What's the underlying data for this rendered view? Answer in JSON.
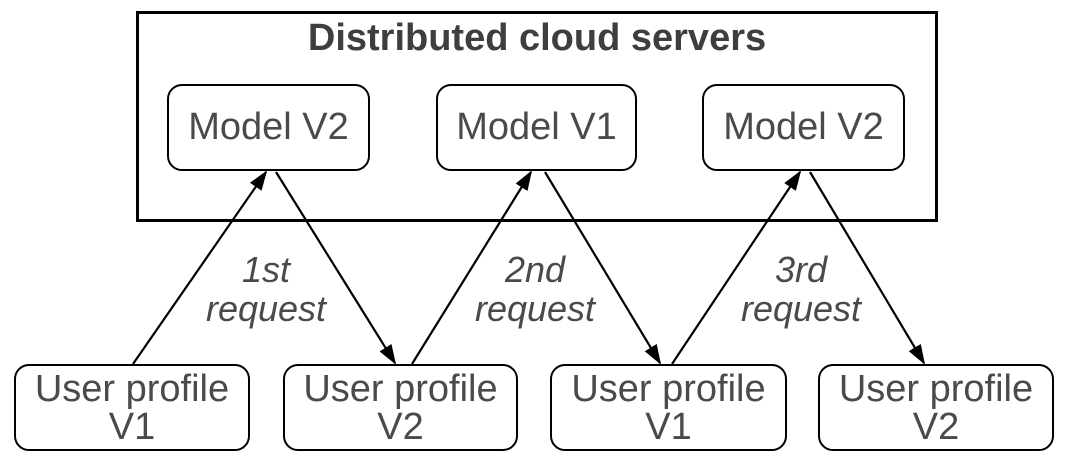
{
  "diagram": {
    "container": {
      "title": "Distributed cloud servers"
    },
    "models": [
      {
        "label": "Model V2"
      },
      {
        "label": "Model V1"
      },
      {
        "label": "Model V2"
      }
    ],
    "user_profiles": [
      {
        "name": "User profile",
        "version": "V1"
      },
      {
        "name": "User profile",
        "version": "V2"
      },
      {
        "name": "User profile",
        "version": "V1"
      },
      {
        "name": "User profile",
        "version": "V2"
      }
    ],
    "requests": [
      {
        "ordinal": "1st",
        "word": "request"
      },
      {
        "ordinal": "2nd",
        "word": "request"
      },
      {
        "ordinal": "3rd",
        "word": "request"
      }
    ],
    "arrows": [
      {
        "from": "user-profile-1",
        "to": "model-1",
        "request": "1st request"
      },
      {
        "from": "model-1",
        "to": "user-profile-2",
        "request": "1st request"
      },
      {
        "from": "user-profile-2",
        "to": "model-2",
        "request": "2nd request"
      },
      {
        "from": "model-2",
        "to": "user-profile-3",
        "request": "2nd request"
      },
      {
        "from": "user-profile-3",
        "to": "model-3",
        "request": "3rd request"
      },
      {
        "from": "model-3",
        "to": "user-profile-4",
        "request": "3rd request"
      }
    ],
    "colors": {
      "line": "#000000",
      "title_text": "#3e3e3e",
      "box_text": "#4a4a4a",
      "background": "#ffffff"
    }
  }
}
